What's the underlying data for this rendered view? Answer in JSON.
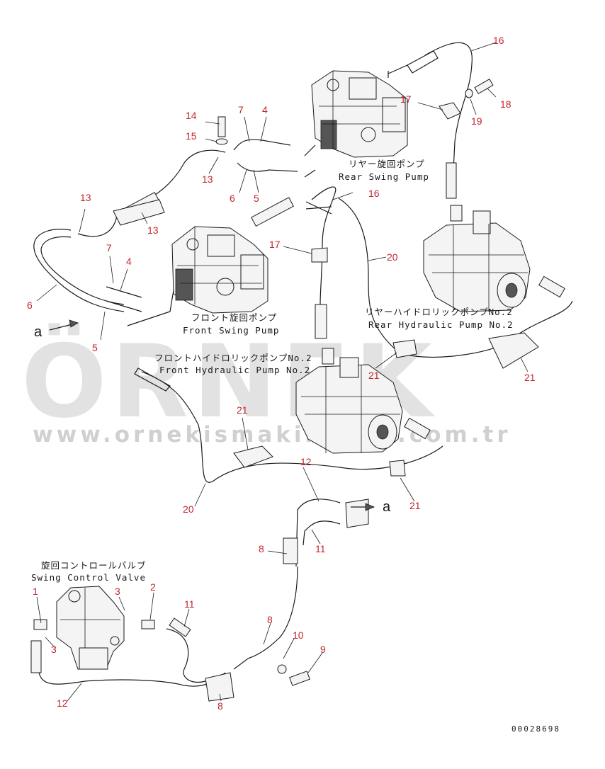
{
  "callouts": [
    "16",
    "17",
    "18",
    "19",
    "14",
    "7",
    "4",
    "15",
    "13",
    "6",
    "5",
    "16",
    "13",
    "13",
    "17",
    "20",
    "7",
    "4",
    "6",
    "5",
    "21",
    "21",
    "21",
    "12",
    "20",
    "21",
    "8",
    "11",
    "1",
    "3",
    "2",
    "11",
    "3",
    "8",
    "10",
    "9",
    "12",
    "8"
  ],
  "captions": {
    "rear_swing_jp": "リヤー旋回ポンプ",
    "rear_swing_en": "Rear Swing Pump",
    "front_swing_jp": "フロント旋回ポンプ",
    "front_swing_en": "Front Swing Pump",
    "rear_hyd_jp": "リヤーハイドロリックポンプNo.2",
    "rear_hyd_en": "Rear Hydraulic Pump No.2",
    "front_hyd_jp": "フロントハイドロリックポンプNo.2",
    "front_hyd_en": "Front Hydraulic Pump No.2",
    "valve_jp": "旋回コントロールバルブ",
    "valve_en": "Swing Control Valve"
  },
  "arrow_labels": {
    "left": "a",
    "right": "a"
  },
  "drawing_number": "00028698",
  "watermark": {
    "brand": "ÖRNEK",
    "url": "www.ornekismakinalari.com.tr"
  },
  "colors": {
    "callout": "#c0262d",
    "line": "#1a1a1a",
    "watermark": "#b9b9b9"
  }
}
